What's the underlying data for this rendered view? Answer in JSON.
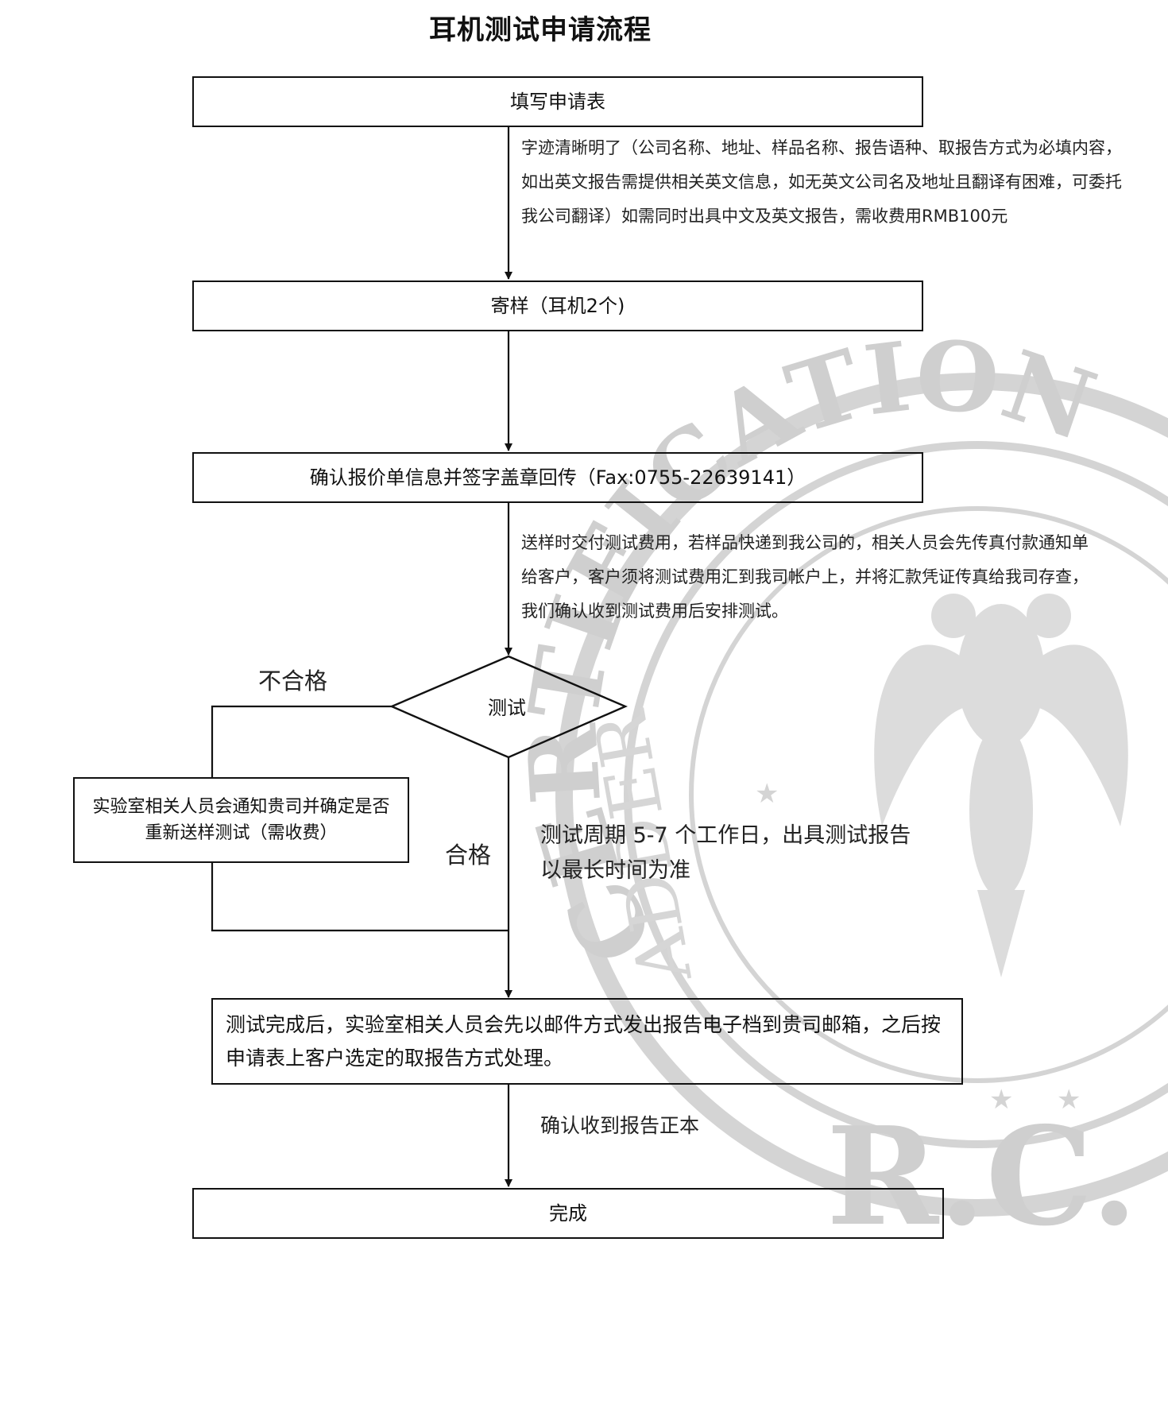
{
  "title": "耳机测试申请流程",
  "steps": {
    "fill_form": "填写申请表",
    "send_sample": "寄样（耳机2个)",
    "confirm_quote": "确认报价单信息并签字盖章回传（Fax:0755-22639141）",
    "test": "测试",
    "notify_retest": "实验室相关人员会通知贵司并确定是否重新送样测试（需收费）",
    "report_sent": "测试完成后，实验室相关人员会先以邮件方式发出报告电子档到贵司邮箱，之后按申请表上客户选定的取报告方式处理。",
    "done": "完成"
  },
  "notes": {
    "form_note": "字迹清晰明了（公司名称、地址、样品名称、报告语种、取报告方式为必填内容，如出英文报告需提供相关英文信息，如无英文公司名及地址且翻译有困难，可委托我公司翻译）如需同时出具中文及英文报告，需收费用RMB100元",
    "payment_note": "送样时交付测试费用，若样品快递到我公司的，相关人员会先传真付款通知单给客户，客户须将测试费用汇到我司帐户上，并将汇款凭证传真给我司存查，我们确认收到测试费用后安排测试。",
    "cycle_note": "测试周期 5-7 个工作日，出具测试报告以最长时间为准",
    "receive_note": "确认收到报告正本"
  },
  "branches": {
    "fail": "不合格",
    "pass": "合格"
  },
  "watermark": {
    "ring_text": "CERTIFICATION",
    "side_text": "ADDER",
    "initials": "R.C."
  }
}
